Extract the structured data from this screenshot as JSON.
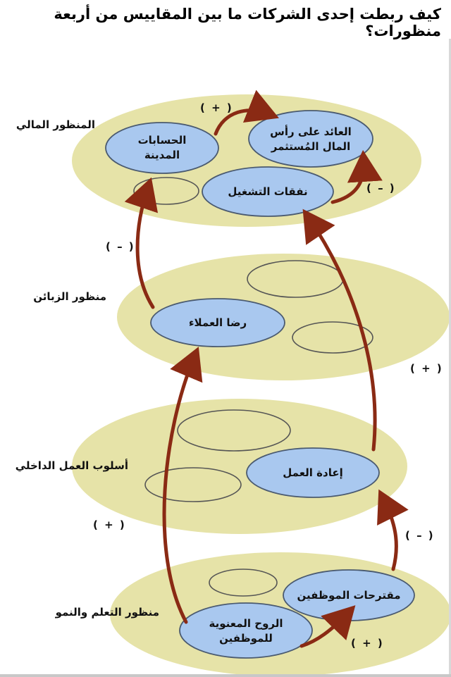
{
  "title": "كيف ربطت إحدى الشركات ما بين المقاييس من أربعة منظورات؟",
  "colors": {
    "band_fill": "#e6e3a8",
    "node_fill": "#a9c8ef",
    "node_stroke": "#4a5a70",
    "arrow": "#8a2a14"
  },
  "perspectives": {
    "financial": "المنظور المالي",
    "customer": "منظور الزبائن",
    "internal": "أسلوب العمل الداخلي",
    "learning": "منظور التعلم والنمو"
  },
  "nodes": {
    "roce": "العائد على رأس المال المُستثمر",
    "receivables": "الحسابات المدينة",
    "operating_costs": "نفقات التشغيل",
    "customer_satisfaction": "رضا العملاء",
    "rework": "إعادة العمل",
    "employee_suggestions": "مقترحات الموظفين",
    "employee_morale": "الروح المعنوية للموظفين"
  },
  "signs": {
    "receivables_to_roce": "( + )",
    "costs_to_roce": "( – )",
    "satisfaction_to_receivables": "( – )",
    "rework_to_costs": "( + )",
    "morale_to_satisfaction": "( + )",
    "suggestions_to_rework": "( – )",
    "morale_to_suggestions": "( + )"
  }
}
